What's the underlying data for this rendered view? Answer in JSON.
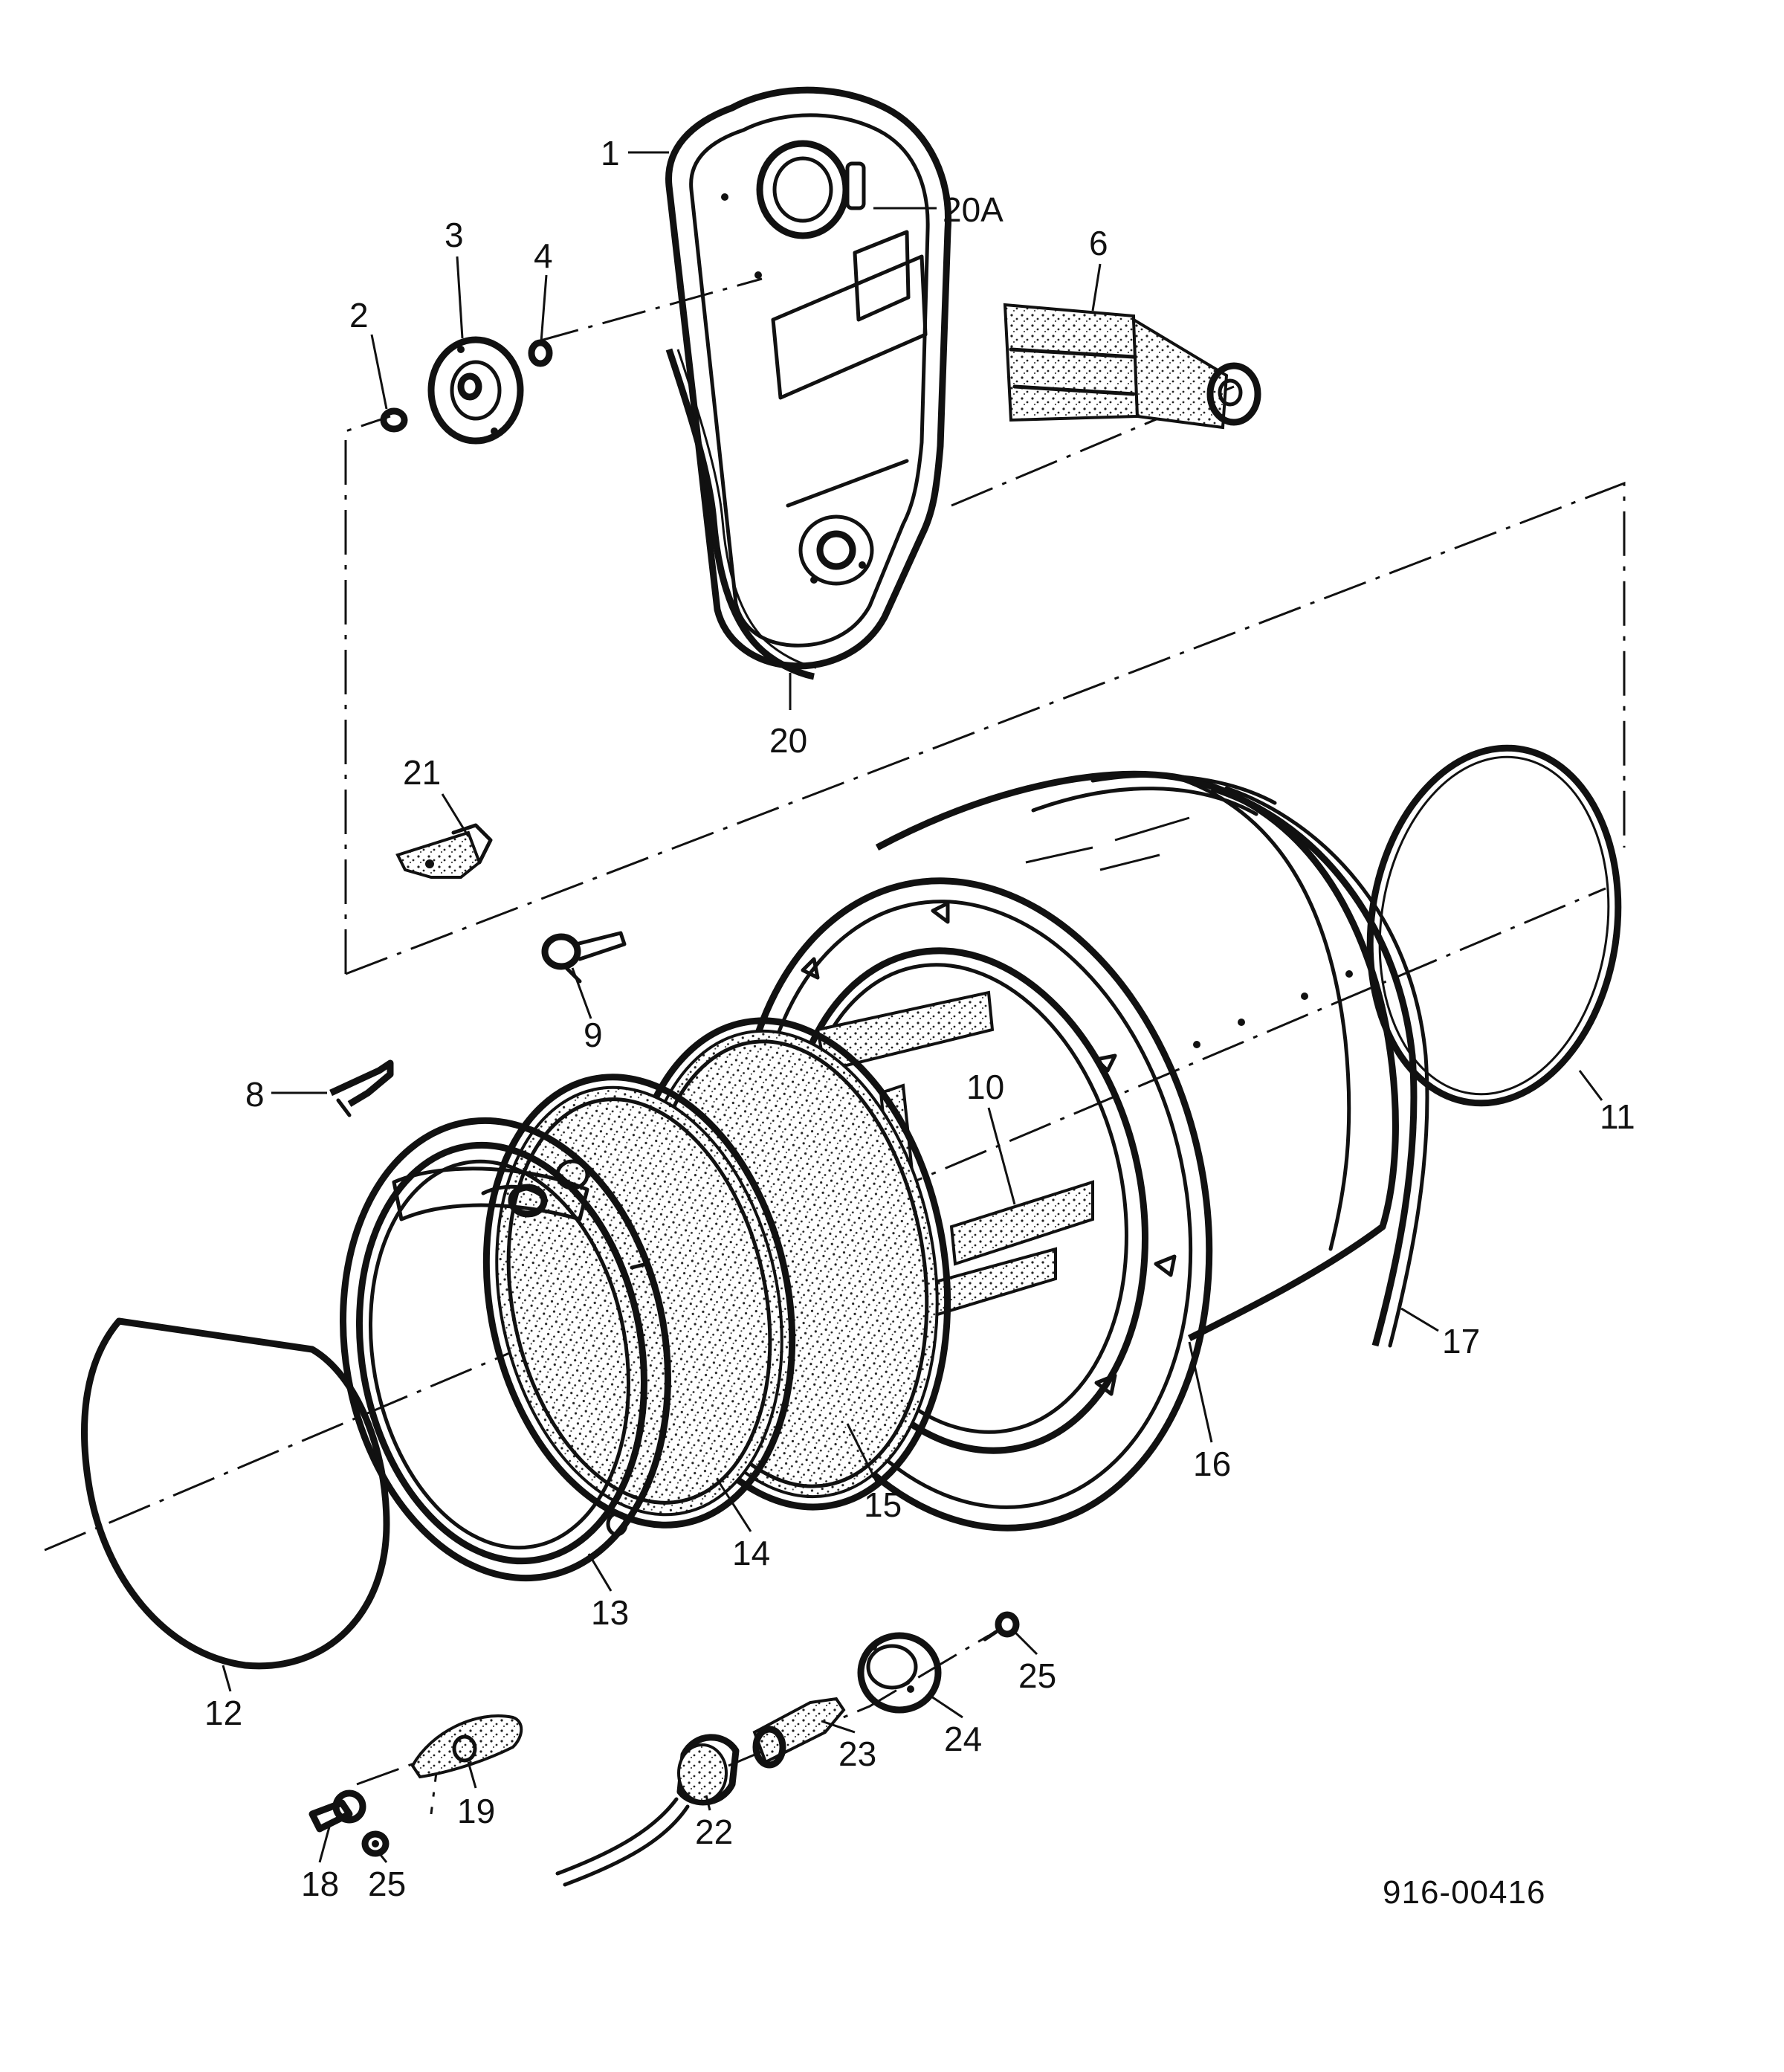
{
  "callouts": [
    {
      "id": "c1",
      "label": "1"
    },
    {
      "id": "c20a",
      "label": "20A"
    },
    {
      "id": "c6",
      "label": "6"
    },
    {
      "id": "c3",
      "label": "3"
    },
    {
      "id": "c4",
      "label": "4"
    },
    {
      "id": "c2",
      "label": "2"
    },
    {
      "id": "c20",
      "label": "20"
    },
    {
      "id": "c21",
      "label": "21"
    },
    {
      "id": "c9",
      "label": "9"
    },
    {
      "id": "c8",
      "label": "8"
    },
    {
      "id": "c10",
      "label": "10"
    },
    {
      "id": "c11",
      "label": "11"
    },
    {
      "id": "c17",
      "label": "17"
    },
    {
      "id": "c16",
      "label": "16"
    },
    {
      "id": "c15",
      "label": "15"
    },
    {
      "id": "c14",
      "label": "14"
    },
    {
      "id": "c13",
      "label": "13"
    },
    {
      "id": "c12",
      "label": "12"
    },
    {
      "id": "c25a",
      "label": "25"
    },
    {
      "id": "c24",
      "label": "24"
    },
    {
      "id": "c23",
      "label": "23"
    },
    {
      "id": "c22",
      "label": "22"
    },
    {
      "id": "c19",
      "label": "19"
    },
    {
      "id": "c18",
      "label": "18"
    },
    {
      "id": "c25b",
      "label": "25"
    }
  ],
  "reference_number": "916-00416"
}
